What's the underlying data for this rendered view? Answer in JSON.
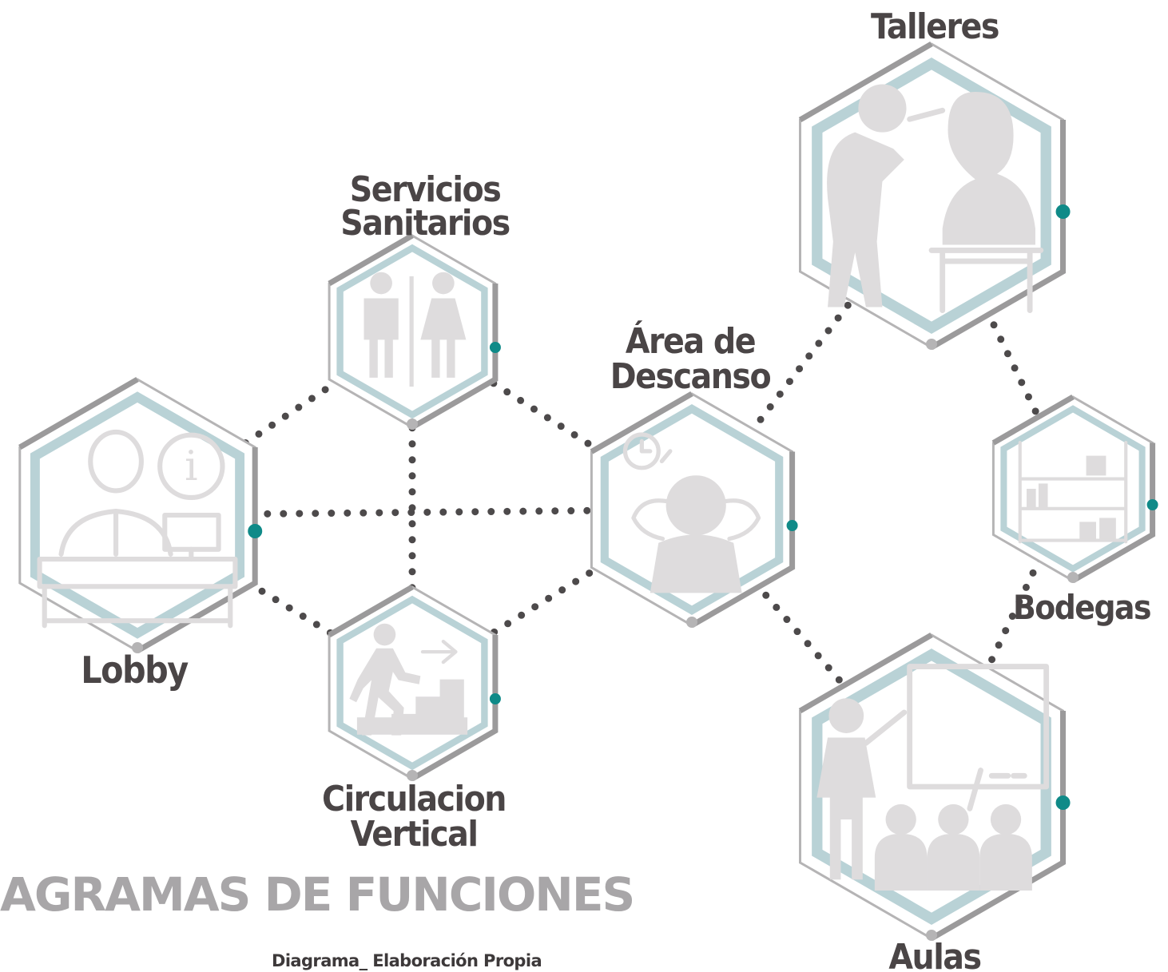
{
  "diagram": {
    "title": "AGRAMAS DE FUNCIONES",
    "caption": "Diagrama_ Elaboración Propia",
    "colors": {
      "frame_dark": "#9b9a9b",
      "frame_light": "#b5b4b5",
      "inner": "#b9d2d6",
      "icon": "#dedcdd",
      "connector": "#4d4a4b",
      "accent": "#0f8a88",
      "text": "#4a4546",
      "title": "#a8a6a8"
    },
    "nodes": [
      {
        "id": "lobby",
        "lines": [
          "Lobby"
        ],
        "icon": "reception-desk-icon"
      },
      {
        "id": "servicios",
        "lines": [
          "Servicios",
          "Sanitarios"
        ],
        "icon": "restroom-icon"
      },
      {
        "id": "circulacion",
        "lines": [
          "Circulacion",
          "Vertical"
        ],
        "icon": "stairs-icon"
      },
      {
        "id": "descanso",
        "lines": [
          "Área de",
          "Descanso"
        ],
        "icon": "relaxing-person-icon"
      },
      {
        "id": "talleres",
        "lines": [
          "Talleres"
        ],
        "icon": "sculptor-icon"
      },
      {
        "id": "bodegas",
        "lines": [
          "Bodegas"
        ],
        "icon": "storage-shelves-icon"
      },
      {
        "id": "aulas",
        "lines": [
          "Aulas"
        ],
        "icon": "classroom-icon"
      }
    ],
    "connections": [
      [
        "lobby",
        "servicios"
      ],
      [
        "lobby",
        "circulacion"
      ],
      [
        "lobby",
        "descanso"
      ],
      [
        "servicios",
        "circulacion"
      ],
      [
        "servicios",
        "descanso"
      ],
      [
        "circulacion",
        "descanso"
      ],
      [
        "descanso",
        "talleres"
      ],
      [
        "descanso",
        "aulas"
      ],
      [
        "talleres",
        "bodegas"
      ],
      [
        "bodegas",
        "aulas"
      ]
    ]
  }
}
